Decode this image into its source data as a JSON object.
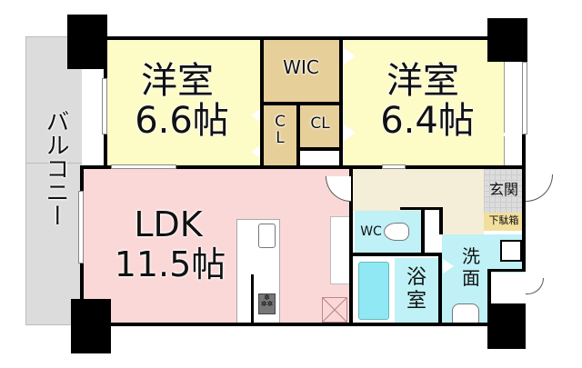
{
  "floorplan": {
    "colors": {
      "bedroom": "#fdfbc6",
      "ldk": "#fbd8d8",
      "storage": "#e6cf99",
      "wet": "#bff1f6",
      "hall": "#f4edd8",
      "genkan": "#dcdcdc",
      "getabako": "#f3df9c",
      "balcony": "#dcdcdc",
      "bathtub": "#8fe8f3",
      "wall": "#000000"
    },
    "rooms": {
      "bedroom_left": {
        "name": "洋室",
        "size": "6.6帖"
      },
      "bedroom_right": {
        "name": "洋室",
        "size": "6.4帖"
      },
      "ldk": {
        "name": "LDK",
        "size": "11.5帖"
      },
      "wic": {
        "label": "WIC"
      },
      "cl_left": {
        "label_top": "C",
        "label_bottom": "L"
      },
      "cl_right": {
        "label": "CL"
      },
      "balcony": {
        "label": "バルコニー"
      },
      "genkan": {
        "label": "玄関"
      },
      "getabako": {
        "label": "下駄箱"
      },
      "wc": {
        "label": "WC"
      },
      "bath": {
        "label_top": "浴",
        "label_bottom": "室"
      },
      "washroom": {
        "label_top": "洗",
        "label_bottom": "面"
      }
    }
  }
}
